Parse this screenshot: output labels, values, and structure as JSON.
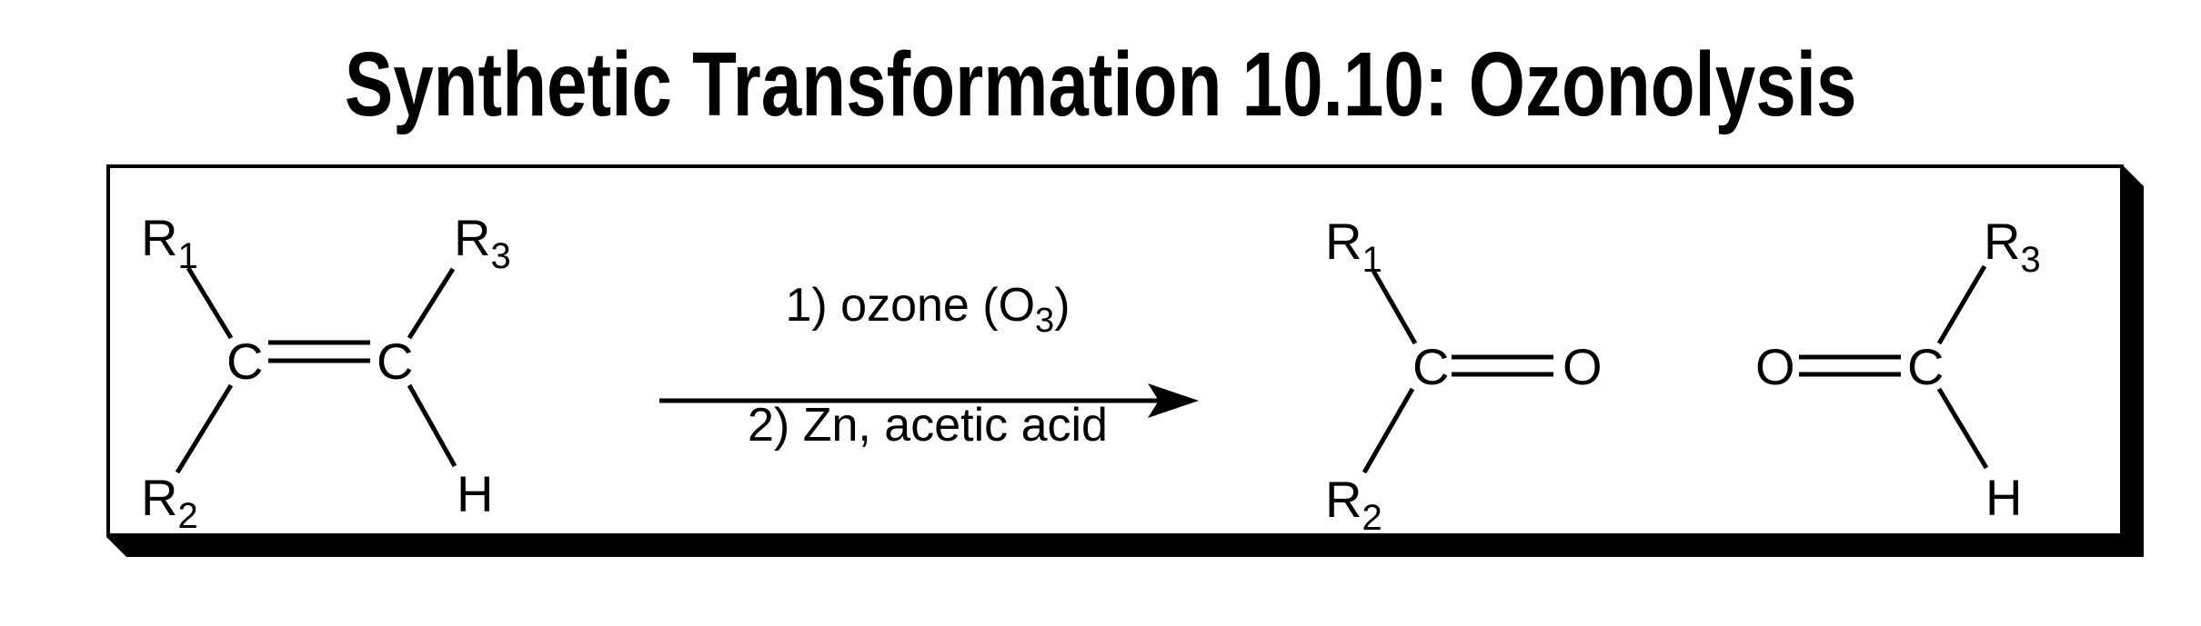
{
  "title": "Synthetic Transformation 10.10: Ozonolysis",
  "reactant": {
    "r1": "R",
    "r1_sub": "1",
    "r2": "R",
    "r2_sub": "2",
    "r3": "R",
    "r3_sub": "3",
    "c_left": "C",
    "c_right": "C",
    "h": "H"
  },
  "reagents": {
    "step1_prefix": "1) ozone (O",
    "step1_sub": "3",
    "step1_suffix": ")",
    "step2": "2) Zn, acetic acid"
  },
  "product_ketone": {
    "r1": "R",
    "r1_sub": "1",
    "r2": "R",
    "r2_sub": "2",
    "c": "C",
    "o": "O"
  },
  "product_aldehyde": {
    "r3": "R",
    "r3_sub": "3",
    "c": "C",
    "o": "O",
    "h": "H"
  },
  "colors": {
    "ink": "#000000",
    "background": "#ffffff"
  }
}
